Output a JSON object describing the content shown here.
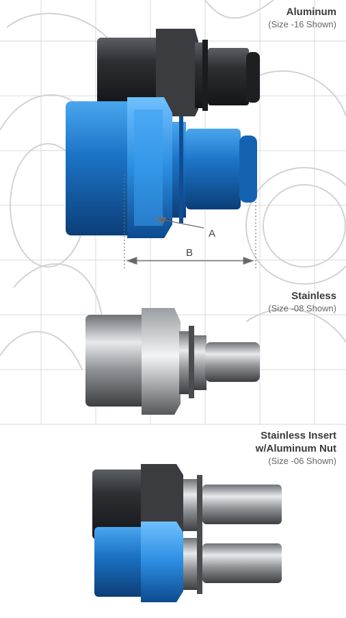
{
  "captions": {
    "aluminum": {
      "title": "Aluminum",
      "subtitle": "(Size -16 Shown)"
    },
    "stainless": {
      "title": "Stainless",
      "subtitle": "(Size -08 Shown)"
    },
    "insert": {
      "title_line1": "Stainless Insert",
      "title_line2": "w/Aluminum Nut",
      "subtitle": "(Size -06 Shown)"
    }
  },
  "dimensions": {
    "a": "A",
    "b": "B"
  },
  "colors": {
    "blue": "#1e78c8",
    "black": "#2a2c30",
    "steel": "#b9bcc0",
    "sketch": "#d4d4d4"
  }
}
